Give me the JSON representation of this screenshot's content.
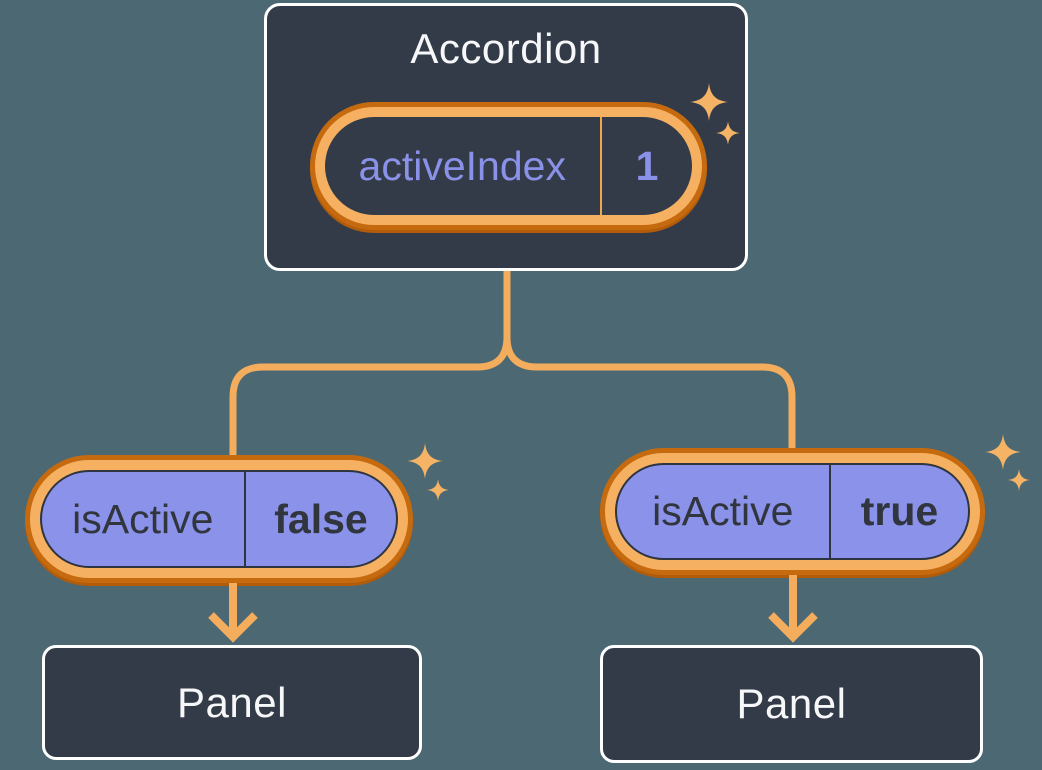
{
  "colors": {
    "background": "#4C6872",
    "node_fill": "#343B48",
    "node_border": "#FFFFFF",
    "node_text": "#F6F7F9",
    "pill_ring_outer": "#C66A10",
    "pill_ring_band": "#F5B161",
    "pill_purple_fill": "#8B92EA",
    "pill_purple_text": "#8A91E8",
    "pill_dark_text": "#30353E",
    "connector": "#F3AD5C",
    "sparkle": "#F5B465"
  },
  "accordion": {
    "title": "Accordion",
    "state": {
      "name": "activeIndex",
      "value": "1"
    }
  },
  "children": [
    {
      "state": {
        "name": "isActive",
        "value": "false"
      },
      "panel_label": "Panel"
    },
    {
      "state": {
        "name": "isActive",
        "value": "true"
      },
      "panel_label": "Panel"
    }
  ]
}
